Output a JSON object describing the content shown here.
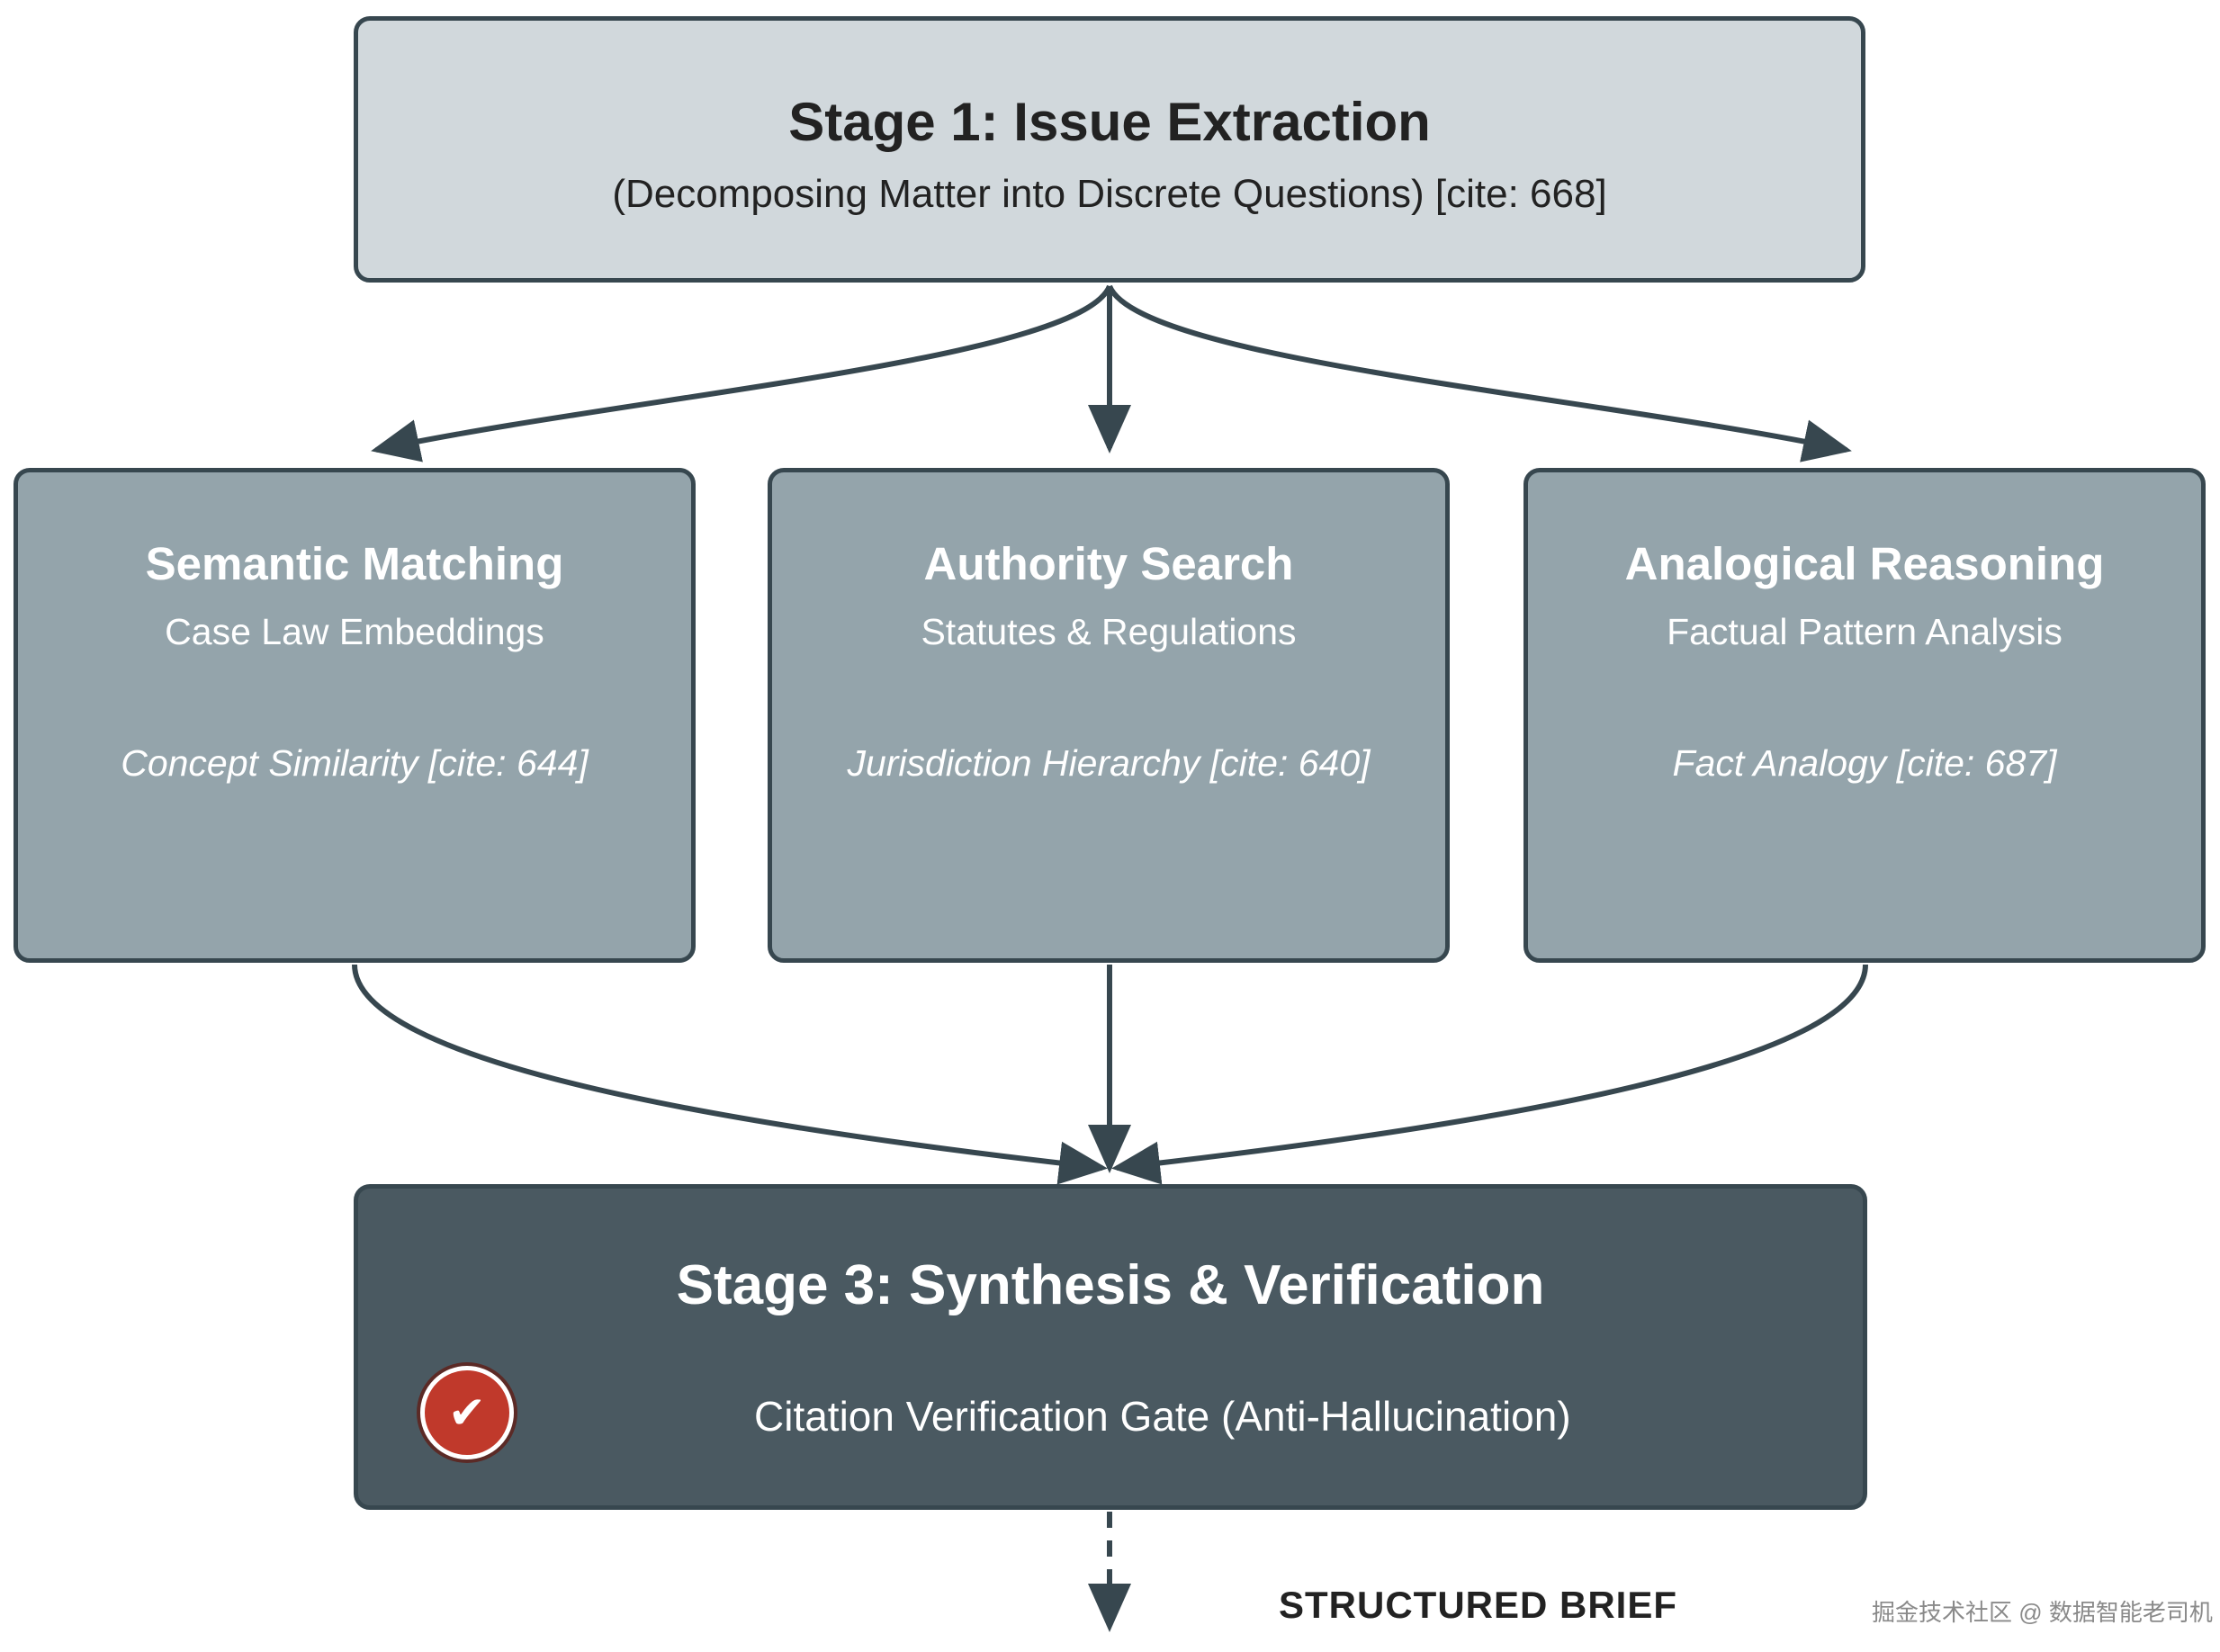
{
  "stage1": {
    "title": "Stage 1: Issue Extraction",
    "subtitle": "(Decomposing Matter into Discrete Questions) [cite: 668]"
  },
  "stage2": [
    {
      "title": "Semantic Matching",
      "subtitle": "Case Law Embeddings",
      "note": "Concept Similarity [cite: 644]"
    },
    {
      "title": "Authority Search",
      "subtitle": "Statutes & Regulations",
      "note": "Jurisdiction Hierarchy [cite: 640]"
    },
    {
      "title": "Analogical Reasoning",
      "subtitle": "Factual Pattern Analysis",
      "note": "Fact Analogy [cite: 687]"
    }
  ],
  "stage3": {
    "title": "Stage 3: Synthesis & Verification",
    "gate_label": "Citation Verification Gate (Anti-Hallucination)",
    "gate_icon": "checkmark-icon"
  },
  "output_label": "STRUCTURED BRIEF",
  "watermark": "掘金技术社区 @ 数据智能老司机",
  "colors": {
    "stage1_fill": "#d1d8dc",
    "stage2_fill": "#94a4ab",
    "stage3_fill": "#4a5961",
    "border": "#37474f",
    "check_badge": "#c0392b"
  }
}
